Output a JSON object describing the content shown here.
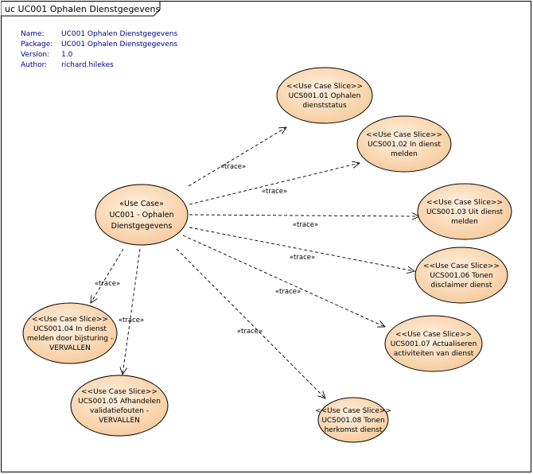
{
  "diagram": {
    "frame_title": "uc UC001 Ophalen Dienstgegevens",
    "metadata": [
      {
        "key": "Name:",
        "value": "UC001 Ophalen Dienstgegevens"
      },
      {
        "key": "Package:",
        "value": "UC001 Ophalen Dienstgegevens"
      },
      {
        "key": "Version:",
        "value": "1.0"
      },
      {
        "key": "Author:",
        "value": "richard.hilekes"
      }
    ],
    "main_use_case": {
      "lines": [
        "«Use Case»",
        "UC001 - Ophalen",
        "Dienstgegevens"
      ]
    },
    "slices": [
      {
        "id": "s01",
        "lines": [
          "<<Use Case Slice>>",
          "UCS001.01 Ophalen",
          "dienststatus"
        ]
      },
      {
        "id": "s02",
        "lines": [
          "<<Use Case Slice>>",
          "UCS001.02 In dienst",
          "melden"
        ]
      },
      {
        "id": "s03",
        "lines": [
          "<<Use Case Slice>>",
          "UCS001.03 Uit dienst",
          "melden"
        ]
      },
      {
        "id": "s06",
        "lines": [
          "<<Use Case Slice>>",
          "UCS001.06 Tonen",
          "disclaimer dienst"
        ]
      },
      {
        "id": "s07",
        "lines": [
          "<<Use Case Slice>>",
          "UCS001.07 Actualiseren",
          "activiteiten van dienst"
        ]
      },
      {
        "id": "s08",
        "lines": [
          "<<Use Case Slice>>",
          "UCS001.08 Tonen",
          "herkomst dienst"
        ]
      },
      {
        "id": "s04",
        "lines": [
          "<<Use Case Slice>>",
          "UCS001.04 In dienst",
          "melden door bijsturing -",
          "VERVALLEN"
        ]
      },
      {
        "id": "s05",
        "lines": [
          "<<Use Case Slice>>",
          "UCS001.05 Afhandelen",
          "validatiefouten -",
          "VERVALLEN"
        ]
      }
    ],
    "trace_label": "«trace»",
    "colors": {
      "ellipse_fill": "#fbd9b4",
      "ellipse_stroke": "#000000",
      "text": "#000000",
      "metadata_text": "#00008b",
      "line": "#000000"
    }
  }
}
